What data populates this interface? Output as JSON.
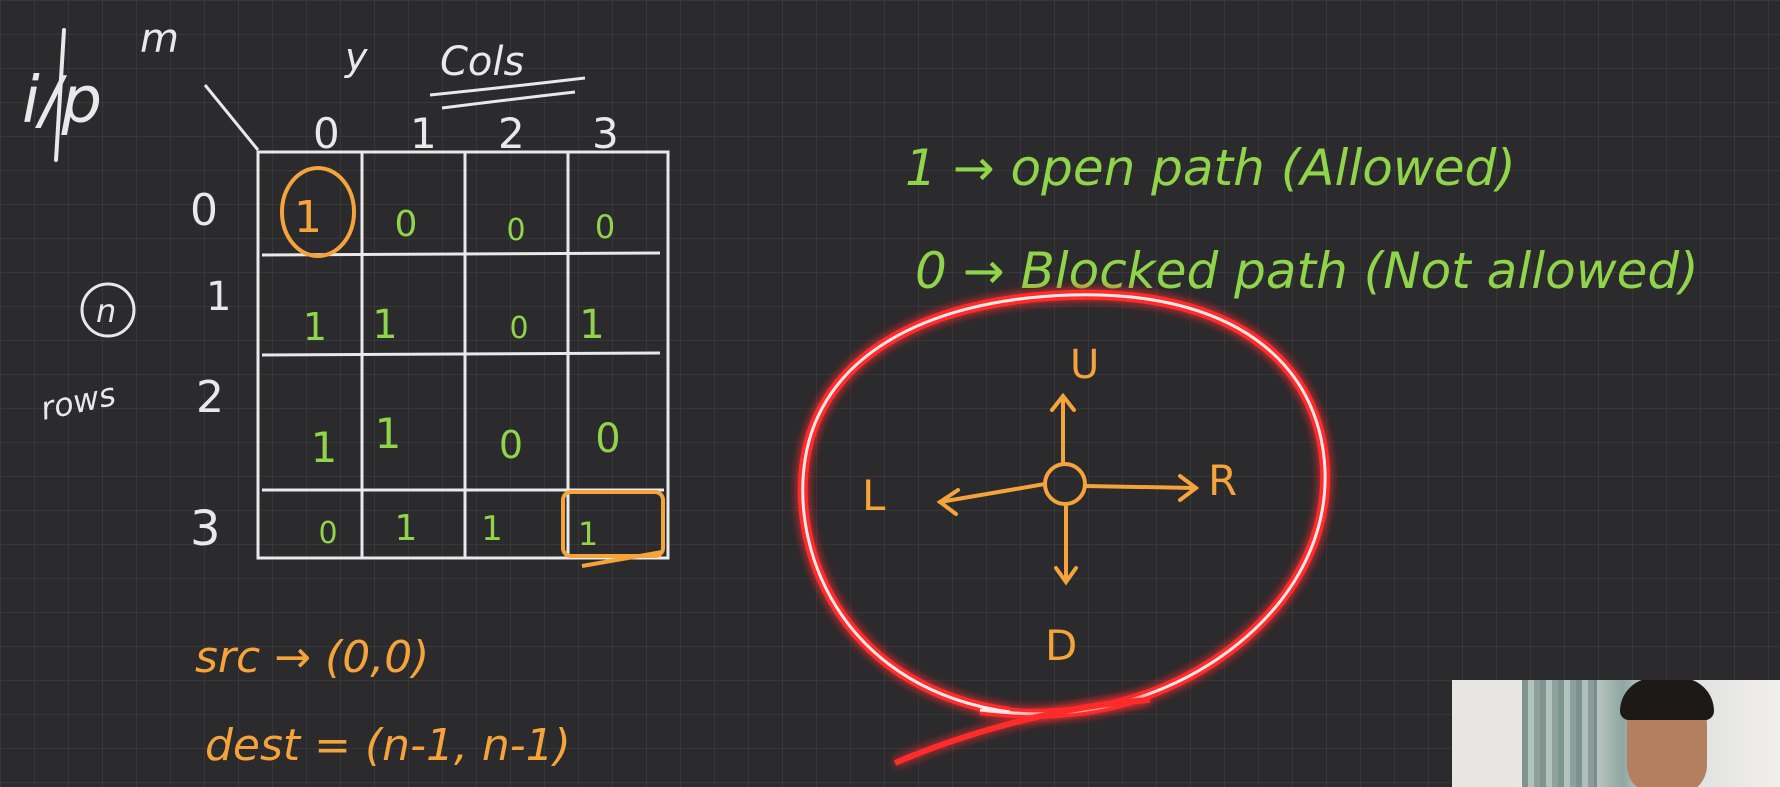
{
  "header": {
    "input_label": "i/p",
    "m_label": "m",
    "y_label": "y",
    "cols_label": "Cols"
  },
  "grid": {
    "col_indices": [
      "0",
      "1",
      "2",
      "3"
    ],
    "row_indices": [
      "0",
      "1",
      "2",
      "3"
    ],
    "n_label": "n",
    "rows_label": "rows",
    "cells": [
      [
        "1",
        "0",
        "0",
        "0"
      ],
      [
        "1",
        "1",
        "0",
        "1"
      ],
      [
        "1",
        "1",
        "0",
        "0"
      ],
      [
        "0",
        "1",
        "1",
        "1"
      ]
    ]
  },
  "legend": {
    "line1": "1 → open path (Allowed)",
    "line2": "0 → Blocked path (Not allowed)"
  },
  "directions": {
    "up": "U",
    "down": "D",
    "left": "L",
    "right": "R"
  },
  "notes": {
    "src": "src → (0,0)",
    "dest": "dest = (n-1, n-1)"
  },
  "colors": {
    "chalk_white": "#e9e9e9",
    "chalk_green": "#8fd44a",
    "chalk_orange": "#f4a43a",
    "highlight_red": "#ff2a2a",
    "board": "#2b2a2d"
  }
}
